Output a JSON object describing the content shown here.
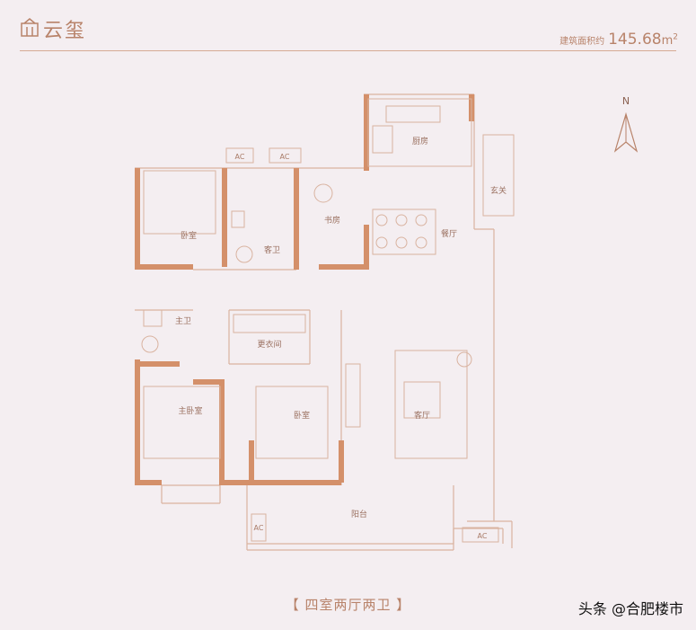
{
  "header": {
    "brand": "云玺",
    "area_label": "建筑面积约",
    "area_value": "145.68",
    "area_unit": "m",
    "area_unit_power": "2"
  },
  "compass": {
    "label": "N"
  },
  "rooms": {
    "bedroom_top": "卧室",
    "guest_bath": "客卫",
    "study": "书房",
    "kitchen": "厨房",
    "entry": "玄关",
    "dining": "餐厅",
    "master_bath": "主卫",
    "walk_in_closet": "更衣间",
    "master_bedroom": "主卧室",
    "bedroom_mid": "卧室",
    "living": "客厅",
    "balcony": "阳台"
  },
  "ac": {
    "label": "AC"
  },
  "caption": "【 四室两厅两卫 】",
  "watermark": "头条 @合肥楼市",
  "colors": {
    "background": "#f4eef1",
    "wall": "#d4906a",
    "line": "#d9b3a0",
    "text": "#b8836a"
  }
}
